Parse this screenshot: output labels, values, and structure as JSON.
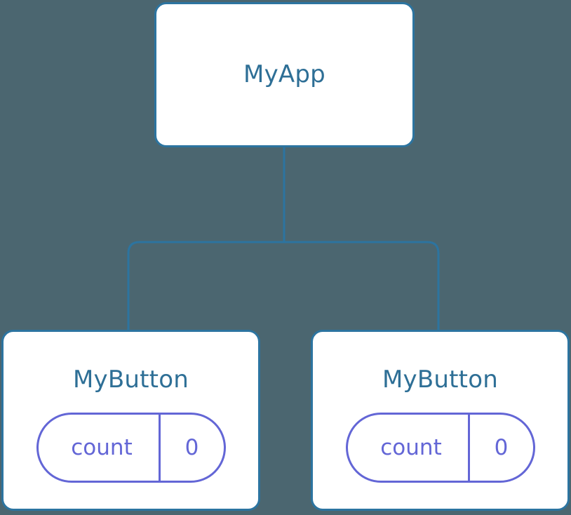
{
  "diagram": {
    "type": "component-tree",
    "title": "MyApp component tree with MyButton children",
    "background_color": "#4b6670",
    "node_border_color": "#2c74a0",
    "node_fill_color": "#ffffff",
    "node_label_color": "#2e6f96",
    "state_accent_color": "#6366d6",
    "edge_color": "#2c74a0"
  },
  "root": {
    "label": "MyApp"
  },
  "children": [
    {
      "label": "MyButton",
      "state": {
        "key": "count",
        "value": "0"
      }
    },
    {
      "label": "MyButton",
      "state": {
        "key": "count",
        "value": "0"
      }
    }
  ]
}
